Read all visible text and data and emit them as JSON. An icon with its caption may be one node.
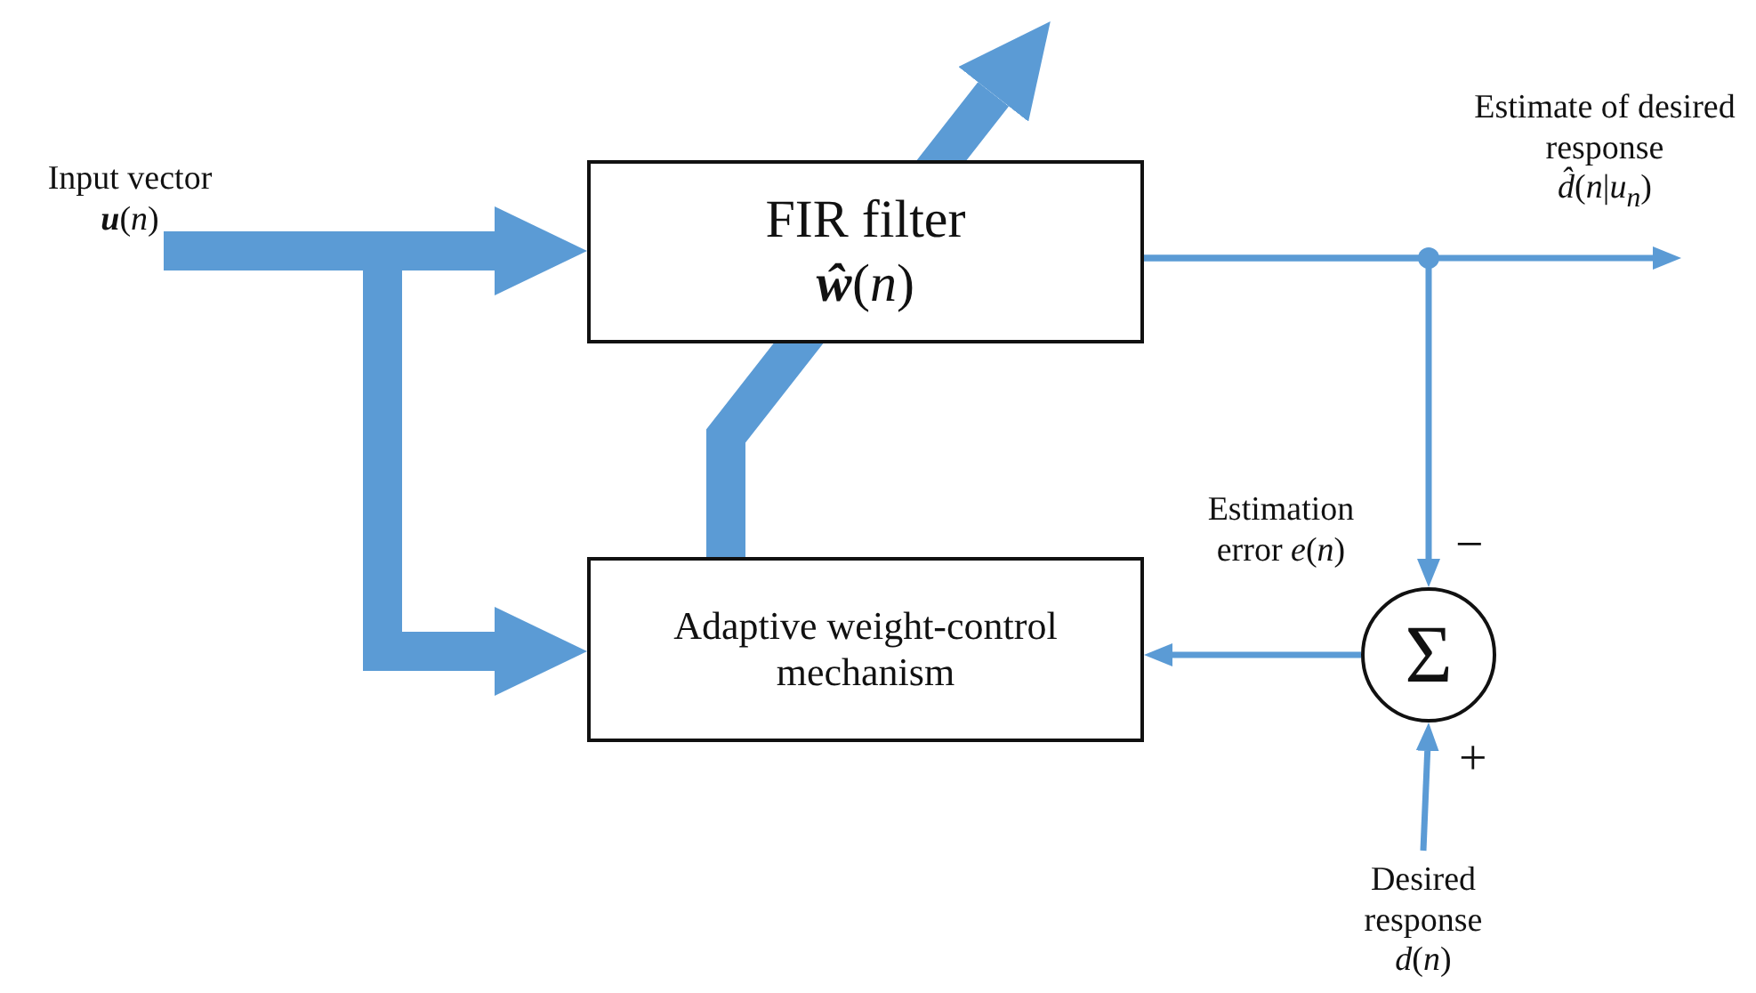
{
  "diagram": {
    "nodes": [
      {
        "text": [
          "Input vector",
          "**u**(*n*)"
        ]
      },
      {
        "text": [
          "FIR filter",
          "**ŵ**(*n*)"
        ]
      },
      {
        "text": [
          "Adaptive weight-control mechanism"
        ]
      },
      {
        "text": [
          "Σ"
        ],
        "beside": [
          "−",
          "+"
        ]
      },
      {
        "text": [
          "Estimate of desired response",
          "*d̂*(*n*|*u*$_{n}$)"
        ]
      },
      {
        "text": [
          "Desired response",
          "*d*(*n*)"
        ]
      }
    ],
    "edges": [
      {
        "from": 0,
        "to": 1,
        "arrow": "to",
        "style": "thick"
      },
      {
        "from": 0,
        "to": 2,
        "arrow": "to",
        "style": "thick"
      },
      {
        "from": 2,
        "to": 1,
        "arrow": "to",
        "style": "thick"
      },
      {
        "from": 1,
        "to": 4,
        "arrow": "to"
      },
      {
        "from": 1,
        "to": 3,
        "arrow": "to"
      },
      {
        "from": 5,
        "to": 3,
        "arrow": "to"
      },
      {
        "from": 3,
        "to": 2,
        "arrow": "to",
        "label": "Estimation error *e*(*n*)"
      }
    ]
  }
}
